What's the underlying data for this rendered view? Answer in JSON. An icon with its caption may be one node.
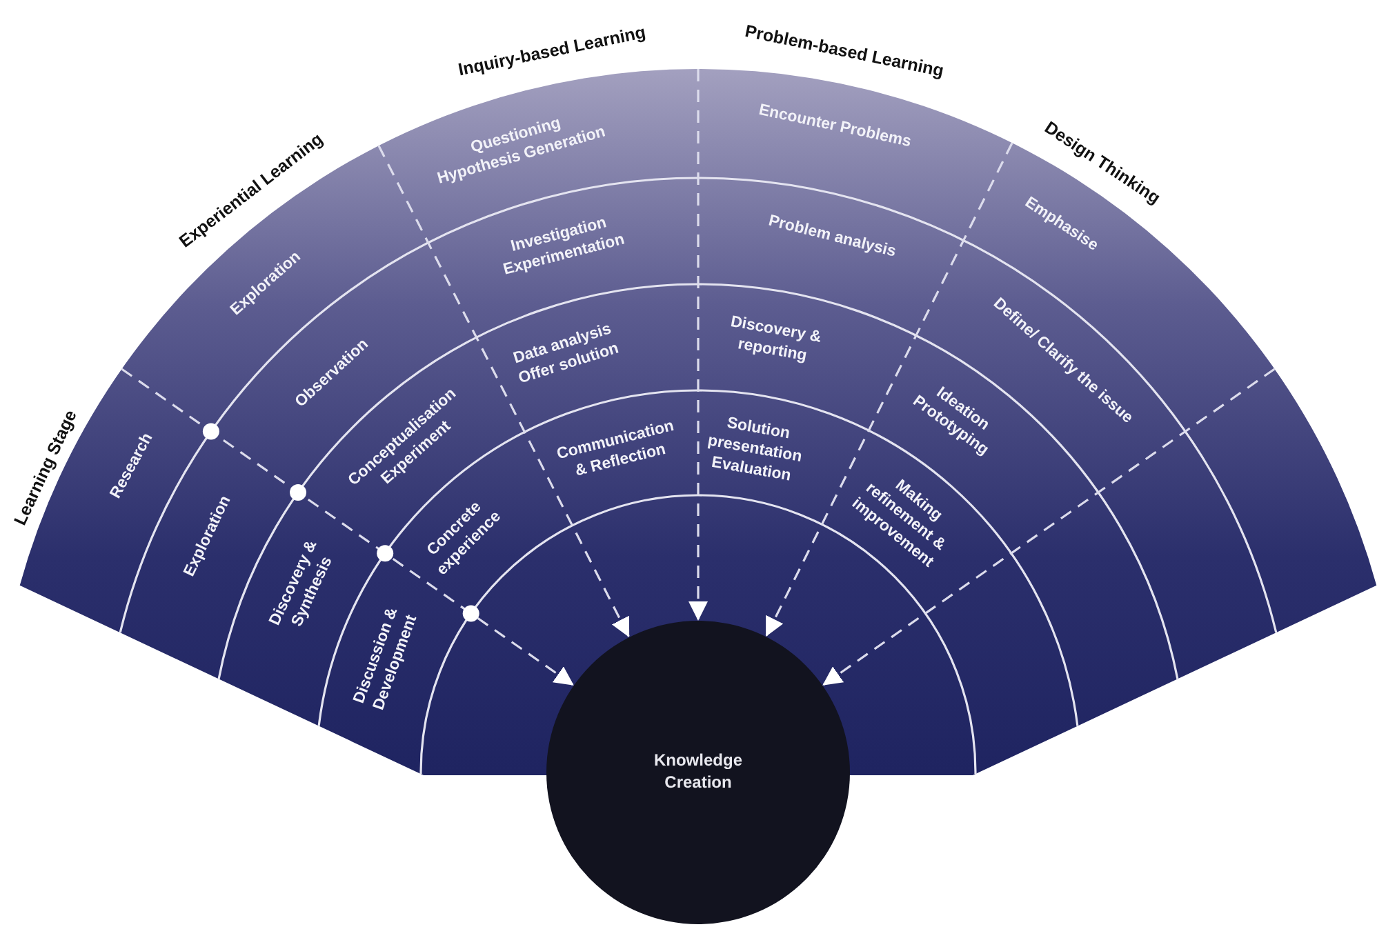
{
  "diagram": {
    "nodes": [
      {
        "text": [
          "Research"
        ]
      },
      {
        "text": [
          "Exploration"
        ]
      },
      {
        "text": [
          "Discovery & Synthesis"
        ]
      },
      {
        "text": [
          "Discussion & Development"
        ]
      },
      {
        "text": [
          "Exploration"
        ]
      },
      {
        "text": [
          "Observation"
        ]
      },
      {
        "text": [
          "Conceptualisation",
          "Experiment"
        ]
      },
      {
        "text": [
          "Concrete experience"
        ]
      },
      {
        "text": [
          "Questioning",
          "Hypothesis Generation"
        ]
      },
      {
        "text": [
          "Investigation",
          "Experimentation"
        ]
      },
      {
        "text": [
          "Data analysis",
          "Offer solution"
        ]
      },
      {
        "text": [
          "Communication & Reflection"
        ]
      },
      {
        "text": [
          "Encounter Problems"
        ]
      },
      {
        "text": [
          "Problem analysis"
        ]
      },
      {
        "text": [
          "Discovery & reporting"
        ]
      },
      {
        "text": [
          "Solution presentation",
          "Evaluation"
        ]
      },
      {
        "text": [
          "Emphasise"
        ]
      },
      {
        "text": [
          "Define/ Clarify the issue"
        ]
      },
      {
        "text": [
          "Ideation",
          "Prototyping"
        ]
      },
      {
        "text": [
          "Making refinement & improvement"
        ]
      },
      {
        "text": [
          "Knowledge Creation"
        ]
      }
    ],
    "edges": [
      {
        "from": null,
        "to": 20,
        "arrow": "to",
        "style": "dashed"
      },
      {
        "from": null,
        "to": 20,
        "arrow": "to",
        "style": "dashed"
      },
      {
        "from": null,
        "to": 20,
        "arrow": "to",
        "style": "dashed"
      },
      {
        "from": null,
        "to": 20,
        "arrow": "to",
        "style": "dashed"
      },
      {
        "from": null,
        "to": 20,
        "arrow": "to",
        "style": "dashed"
      }
    ],
    "labels": [
      "Learning Stage",
      "Experiential Learning",
      "Inquiry-based Learning",
      "Problem-based Learning",
      "Design Thinking"
    ]
  }
}
